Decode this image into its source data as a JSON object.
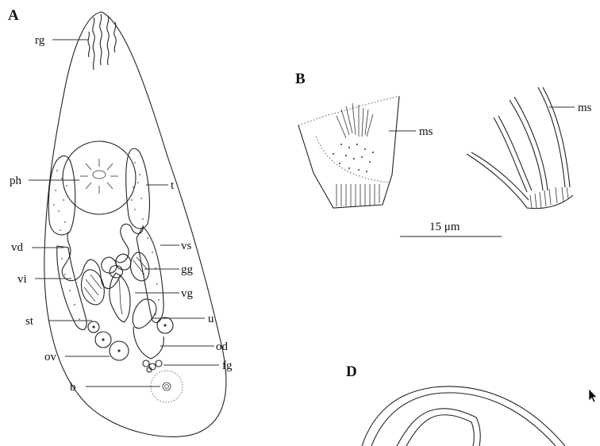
{
  "panels": {
    "a": "A",
    "b": "B",
    "d": "D"
  },
  "labels": {
    "rg": "rg",
    "ph": "ph",
    "t": "t",
    "vd": "vd",
    "vs": "vs",
    "gg": "gg",
    "vi": "vi",
    "vg": "vg",
    "st": "st",
    "u": "u",
    "od": "od",
    "ov": "ov",
    "fg": "fg",
    "b": "b",
    "ms_left": "ms",
    "ms_right": "ms"
  },
  "scale_bar": {
    "label": "15 μm"
  },
  "icons": {
    "cursor": "mouse-pointer-icon"
  }
}
